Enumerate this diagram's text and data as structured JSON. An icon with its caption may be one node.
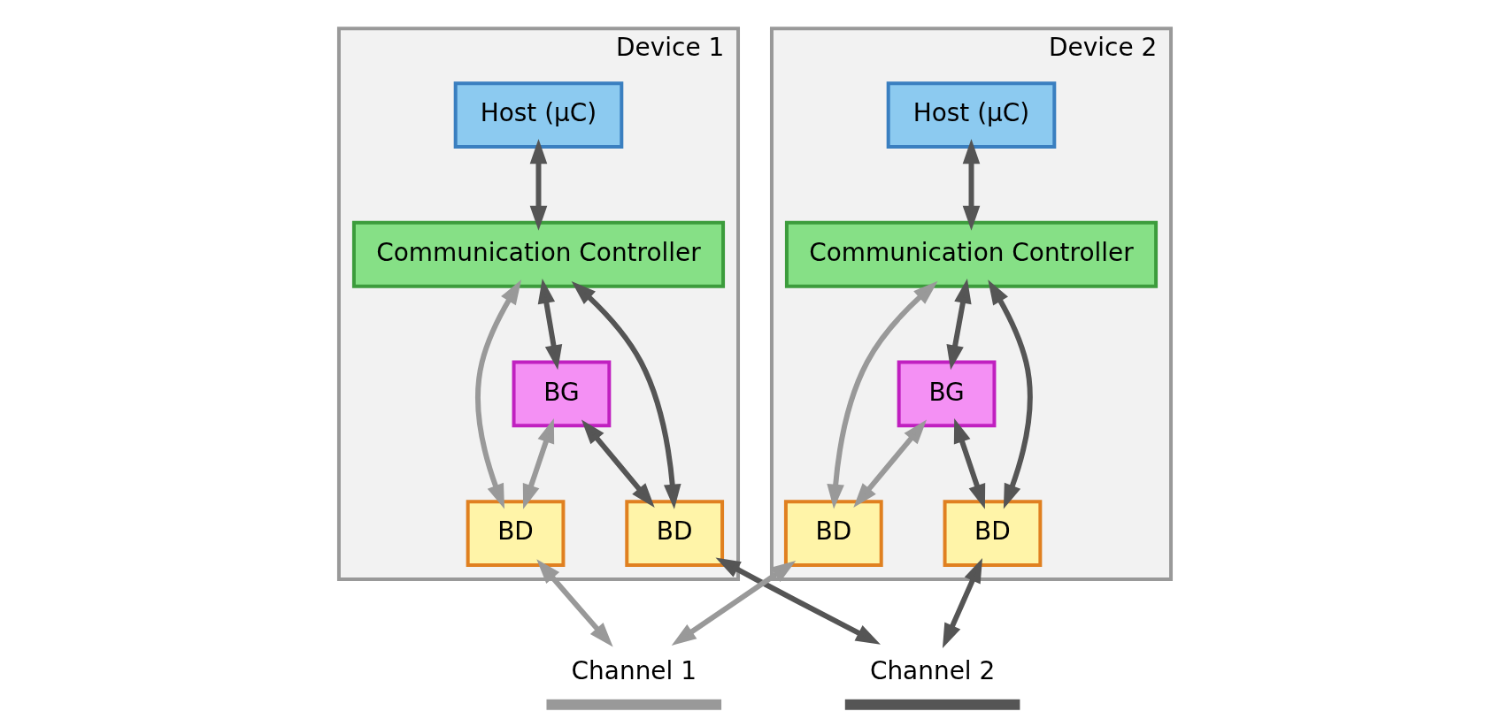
{
  "diagram": {
    "nodes": [
      {
        "text": [
          "Device 1"
        ]
      },
      {
        "text": [
          "Host (μC)"
        ],
        "in": 0
      },
      {
        "text": [
          "Communication Controller"
        ],
        "in": 0
      },
      {
        "text": [
          "BG"
        ],
        "in": 0
      },
      {
        "text": [
          "BD"
        ],
        "in": 0
      },
      {
        "text": [
          "BD"
        ],
        "in": 0
      },
      {
        "text": [
          "Device 2"
        ]
      },
      {
        "text": [
          "Host (μC)"
        ],
        "in": 6
      },
      {
        "text": [
          "Communication Controller"
        ],
        "in": 6
      },
      {
        "text": [
          "BG"
        ],
        "in": 6
      },
      {
        "text": [
          "BD"
        ],
        "in": 6
      },
      {
        "text": [
          "BD"
        ],
        "in": 6
      },
      {
        "text": [
          "Channel 1"
        ]
      },
      {
        "text": [
          "Channel 2"
        ]
      }
    ],
    "edges": [
      {
        "from": 1,
        "to": 2,
        "arrow": "both"
      },
      {
        "from": 2,
        "to": 4,
        "arrow": "both",
        "color": "#999999"
      },
      {
        "from": 2,
        "to": 3,
        "arrow": "both"
      },
      {
        "from": 2,
        "to": 5,
        "arrow": "both"
      },
      {
        "from": 3,
        "to": 4,
        "arrow": "both",
        "color": "#999999"
      },
      {
        "from": 3,
        "to": 5,
        "arrow": "both"
      },
      {
        "from": 4,
        "to": 12,
        "arrow": "both",
        "color": "#999999"
      },
      {
        "from": 5,
        "to": 13,
        "arrow": "both"
      },
      {
        "from": 7,
        "to": 8,
        "arrow": "both"
      },
      {
        "from": 8,
        "to": 10,
        "arrow": "both",
        "color": "#999999"
      },
      {
        "from": 8,
        "to": 9,
        "arrow": "both"
      },
      {
        "from": 8,
        "to": 11,
        "arrow": "both"
      },
      {
        "from": 9,
        "to": 10,
        "arrow": "both",
        "color": "#999999"
      },
      {
        "from": 9,
        "to": 11,
        "arrow": "both"
      },
      {
        "from": 10,
        "to": 12,
        "arrow": "both",
        "color": "#999999"
      },
      {
        "from": 11,
        "to": 13,
        "arrow": "both"
      }
    ]
  }
}
